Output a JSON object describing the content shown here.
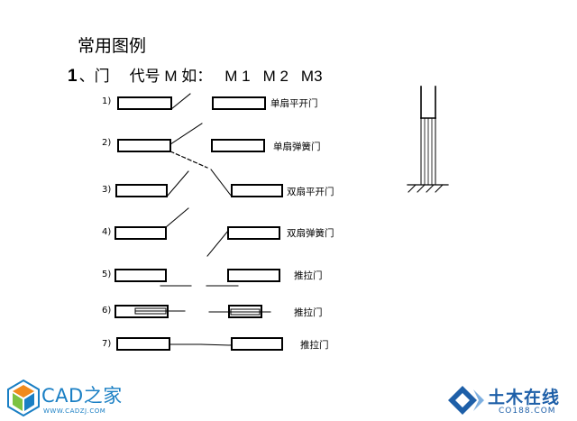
{
  "title": "常用图例",
  "subtitle": {
    "number": "1",
    "text": "、门",
    "code_label": "代号",
    "code_letter": "M",
    "example_label": "如：",
    "codes": [
      "M 1",
      "M 2",
      "M3"
    ]
  },
  "rows": [
    {
      "label": "1)",
      "description": "单扇平开门"
    },
    {
      "label": "2)",
      "description": "单扇弹簧门"
    },
    {
      "label": "3)",
      "description": "双扇平开门"
    },
    {
      "label": "4)",
      "description": "双扇弹簧门"
    },
    {
      "label": "5)",
      "description": "推拉门"
    },
    {
      "label": "6)",
      "description": "推拉门"
    },
    {
      "label": "7)",
      "description": "推拉门"
    }
  ],
  "logos": {
    "left_name": "CAD之家",
    "left_url": "WWW.CADZJ.COM",
    "right_name": "土木在线",
    "right_url": "CO188.COM"
  },
  "colors": {
    "line": "#000000",
    "cad_blue": "#1a7fc4",
    "co188_blue": "#1e5fa8",
    "logo_orange": "#f08a1c",
    "logo_green": "#7cc242"
  }
}
